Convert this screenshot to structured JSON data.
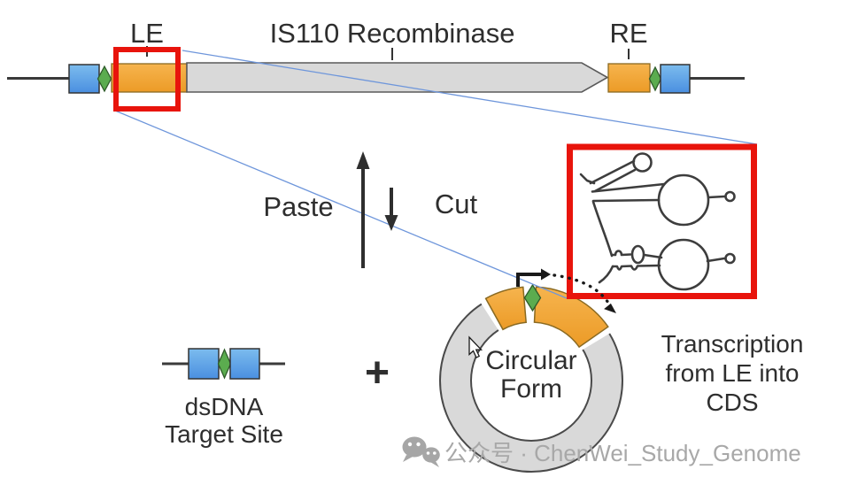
{
  "top_diagram": {
    "le_label": "LE",
    "recombinase_label": "IS110 Recombinase",
    "re_label": "RE"
  },
  "reaction": {
    "paste_label": "Paste",
    "cut_label": "Cut",
    "plus_label": "+"
  },
  "circular_form": {
    "line1": "Circular",
    "line2": "Form"
  },
  "dsdna": {
    "line1": "dsDNA",
    "line2": "Target Site"
  },
  "transcription": {
    "line1": "Transcription",
    "line2": "from LE into",
    "line3": "CDS"
  },
  "watermark": {
    "icon": "wechat-icon",
    "text": "公众号 · ChenWei_Study_Genome"
  },
  "colors": {
    "orange": "#F2A83B",
    "blue": "#5C9FE5",
    "green": "#5BAC4F",
    "gray_fill": "#D9D9D9",
    "red_box": "#E8140C",
    "callout_line": "#6E96DB",
    "watermark_gray": "#A8A8A8",
    "stroke_dark": "#3d3d3d"
  }
}
